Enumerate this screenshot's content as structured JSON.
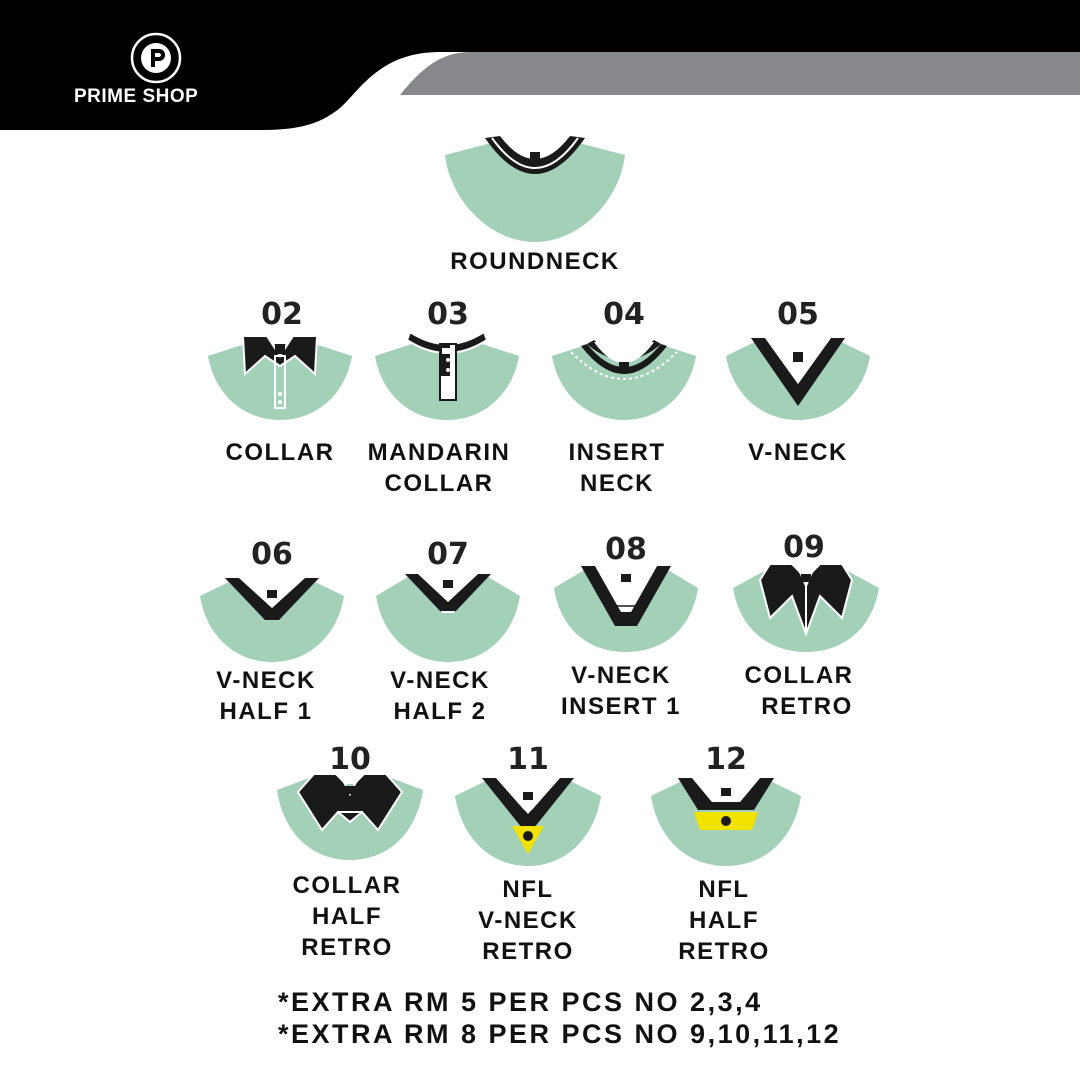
{
  "brand": {
    "name": "PRIME SHOP",
    "logo_icon": "prime-shop-logo-icon"
  },
  "colors": {
    "body": "#a2d1b8",
    "trim": "#1a1a1a",
    "header": "#000000",
    "header_band": "#87888b",
    "accent_yellow": "#f2e200"
  },
  "featured": {
    "label": "ROUNDNECK"
  },
  "styles": [
    {
      "number": "02",
      "label_lines": [
        "COLLAR"
      ]
    },
    {
      "number": "03",
      "label_lines": [
        "MANDARIN",
        "COLLAR"
      ]
    },
    {
      "number": "04",
      "label_lines": [
        "INSERT",
        "NECK"
      ]
    },
    {
      "number": "05",
      "label_lines": [
        "V-NECK"
      ]
    },
    {
      "number": "06",
      "label_lines": [
        "V-NECK",
        "HALF 1"
      ]
    },
    {
      "number": "07",
      "label_lines": [
        "V-NECK",
        "HALF 2"
      ]
    },
    {
      "number": "08",
      "label_lines": [
        "V-NECK",
        "INSERT 1"
      ]
    },
    {
      "number": "09",
      "label_lines": [
        "COLLAR",
        "RETRO"
      ]
    },
    {
      "number": "10",
      "label_lines": [
        "COLLAR",
        "HALF",
        "RETRO"
      ]
    },
    {
      "number": "11",
      "label_lines": [
        "NFL",
        "V-NECK",
        "RETRO"
      ]
    },
    {
      "number": "12",
      "label_lines": [
        "NFL",
        "HALF",
        "RETRO"
      ]
    }
  ],
  "notes": [
    "*EXTRA RM 5 PER PCS NO 2,3,4",
    "*EXTRA RM 8 PER PCS NO 9,10,11,12"
  ]
}
